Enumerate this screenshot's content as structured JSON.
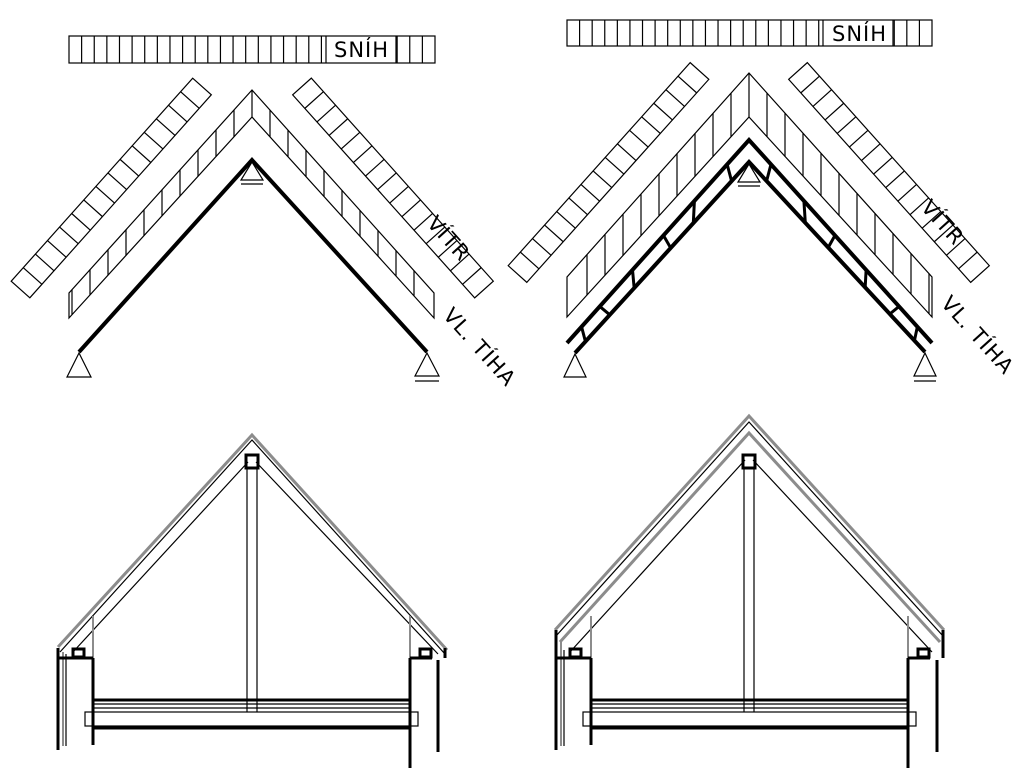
{
  "panels": {
    "simple_rafter": {
      "snow_label": "SNÍH",
      "wind_label": "VÍTR",
      "self_weight_label": "VL. TÍHA"
    },
    "truss_rafter": {
      "snow_label": "SNÍH",
      "wind_label": "VÍTR",
      "self_weight_label": "VL. TÍHA"
    }
  },
  "colors": {
    "line": "#000000",
    "roof_cladding": "#8c8c8c",
    "background": "#ffffff"
  }
}
